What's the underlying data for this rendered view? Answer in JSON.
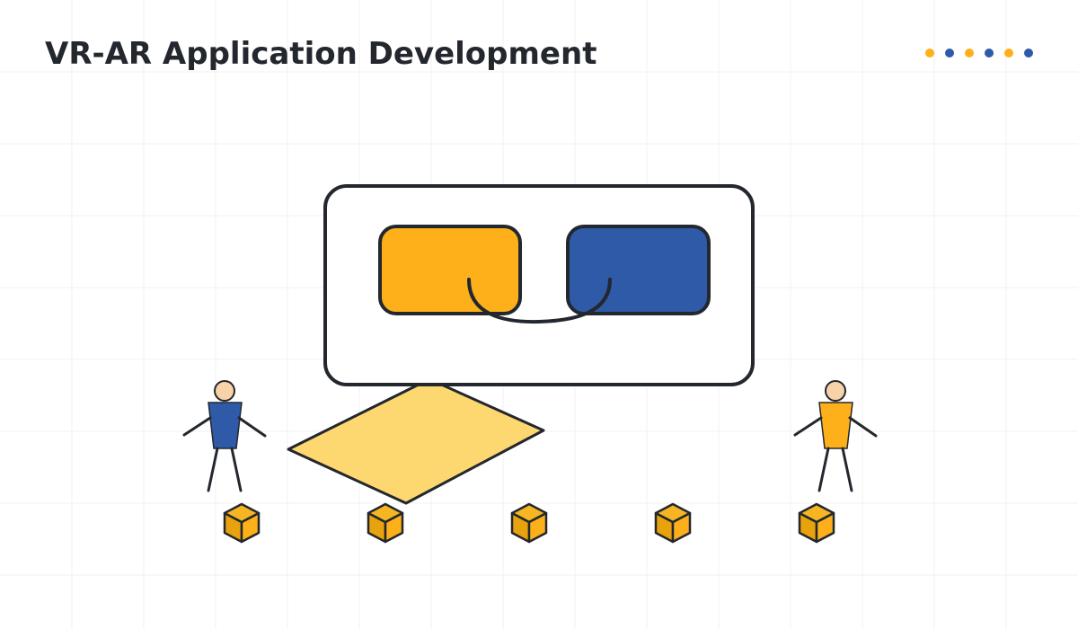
{
  "header": {
    "title": "VR-AR Application Development"
  },
  "colors": {
    "accent_yellow": "#fdb01a",
    "accent_blue": "#2e5aa8",
    "ink": "#23272e",
    "platform": "#fdd870",
    "skin": "#f8d2a8",
    "cube_face": "#e8a20d",
    "cube_side": "#d48f08",
    "cube_top": "#f6b522",
    "grid_line": "#f0f0f0"
  },
  "decor": {
    "indicator_dots": [
      "yellow",
      "blue",
      "yellow",
      "blue",
      "yellow",
      "blue"
    ]
  },
  "diagram": {
    "headset": {
      "left_lens_color": "yellow",
      "right_lens_color": "blue"
    },
    "figures": [
      {
        "side": "left",
        "body_color": "blue"
      },
      {
        "side": "right",
        "body_color": "yellow"
      }
    ],
    "cube_count": 5
  }
}
